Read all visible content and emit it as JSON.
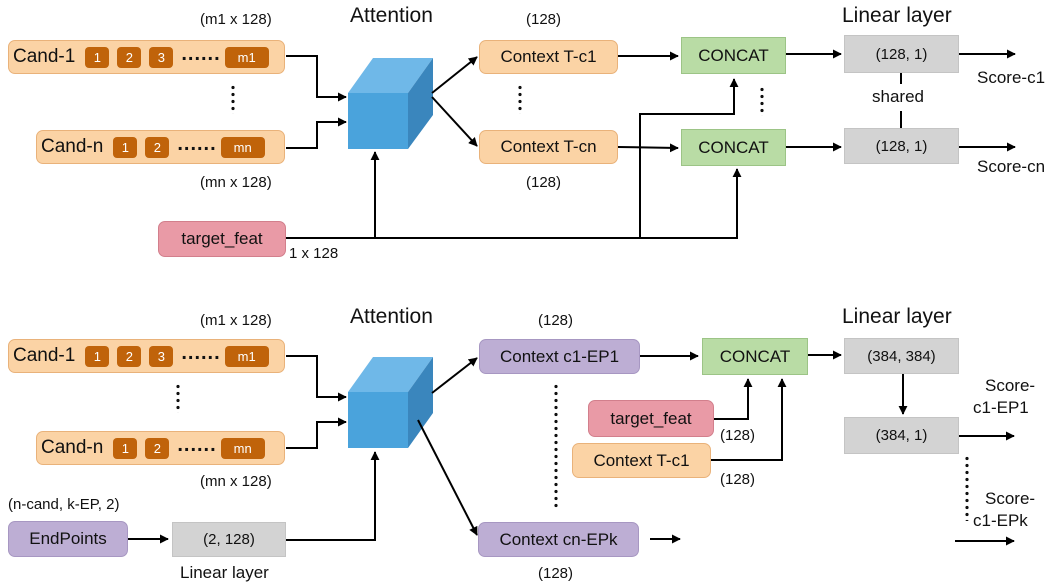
{
  "top": {
    "attention_title": "Attention",
    "linear_title": "Linear layer",
    "cand1_dims": "(m1 x 128)",
    "candn_dims": "(mn x 128)",
    "context_dim_top": "(128)",
    "context_dim_bottom": "(128)",
    "cand1": {
      "label": "Cand-1",
      "tokens": [
        "1",
        "2",
        "3"
      ],
      "dots": "......",
      "last": "m1"
    },
    "candn": {
      "label": "Cand-n",
      "tokens": [
        "1",
        "2"
      ],
      "dots": "......",
      "last": "mn"
    },
    "context_c1": "Context T-c1",
    "context_cn": "Context T-cn",
    "concat1": "CONCAT",
    "concat2": "CONCAT",
    "linear1": "(128, 1)",
    "linear2": "(128, 1)",
    "shared": "shared",
    "score1": "Score-c1",
    "score2": "Score-cn",
    "target": "target_feat",
    "target_dims": "1 x 128"
  },
  "bottom": {
    "attention_title": "Attention",
    "linear_title": "Linear layer",
    "cand1_dims": "(m1 x 128)",
    "candn_dims": "(mn x 128)",
    "context_dim_top": "(128)",
    "context_dim_bottom": "(128)",
    "cand1": {
      "label": "Cand-1",
      "tokens": [
        "1",
        "2",
        "3"
      ],
      "dots": "......",
      "last": "m1"
    },
    "candn": {
      "label": "Cand-n",
      "tokens": [
        "1",
        "2"
      ],
      "dots": "......",
      "last": "mn"
    },
    "context_ep1": "Context c1-EP1",
    "context_epk": "Context cn-EPk",
    "concat": "CONCAT",
    "target": "target_feat",
    "target_dim": "(128)",
    "context_tc1": "Context T-c1",
    "context_tc1_dim": "(128)",
    "linear1": "(384, 384)",
    "linear2": "(384, 1)",
    "score1_line1": "Score-",
    "score1_line2": "c1-EP1",
    "score2_line1": "Score-",
    "score2_line2": "c1-EPk",
    "endpoints_dims": "(n-cand, k-EP, 2)",
    "endpoints": "EndPoints",
    "ep_linear": "(2, 128)",
    "ep_linear_title": "Linear layer"
  },
  "colors": {
    "candidate": "#fbd3a5",
    "token": "#c0630a",
    "concat": "#b9dca5",
    "linear": "#d3d3d3",
    "target": "#e99aa6",
    "endpoint_context": "#bdaed4",
    "cube_front": "#4aa3dc",
    "cube_top": "#6fb8e8",
    "cube_side": "#3a86bd"
  },
  "icons": [
    "attention-cube-icon"
  ]
}
